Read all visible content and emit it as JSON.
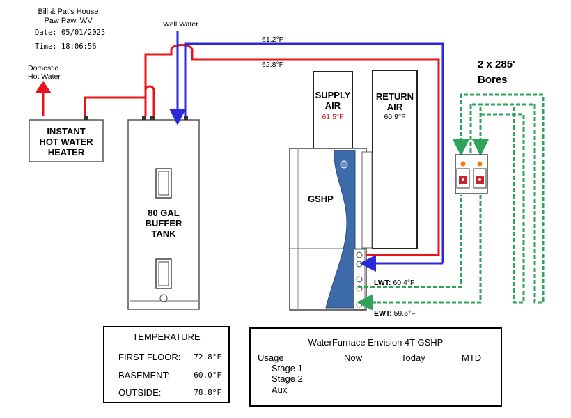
{
  "header": {
    "house": "Bill & Pat's House",
    "location": "Paw Paw, WV",
    "date_label": "Date:",
    "date": "05/01/2025",
    "time_label": "Time:",
    "time": "18:06:56"
  },
  "labels": {
    "well_water": "Well Water",
    "domestic_hot_water": "Domestic\nHot Water",
    "instant_heater": "INSTANT\nHOT WATER\nHEATER",
    "buffer_tank": "80 GAL\nBUFFER\nTANK",
    "supply_air": "SUPPLY\nAIR",
    "return_air": "RETURN\nAIR",
    "gshp": "GSHP",
    "bores": "2 x 285'\nBores",
    "lwt": "LWT:",
    "ewt": "EWT:"
  },
  "readings": {
    "blue_line_temp": "61.2°F",
    "red_line_temp": "62.8°F",
    "supply_air_temp": "61.5°F",
    "return_air_temp": "60.9°F",
    "lwt_temp": "60.4°F",
    "ewt_temp": "59.6°F"
  },
  "temperature_panel": {
    "title": "TEMPERATURE",
    "rows": [
      {
        "label": "FIRST FLOOR:",
        "value": "72.8°F"
      },
      {
        "label": "BASEMENT:",
        "value": "60.0°F"
      },
      {
        "label": "OUTSIDE:",
        "value": "78.8°F"
      }
    ]
  },
  "usage_panel": {
    "title": "WaterFurnace Envision 4T GSHP",
    "col_usage": "Usage",
    "col_now": "Now",
    "col_today": "Today",
    "col_mtd": "MTD",
    "rows": [
      "Stage 1",
      "Stage 2",
      "Aux"
    ]
  },
  "colors": {
    "hot_line": "#e8141c",
    "cold_line": "#2a2ad8",
    "loop_line": "#2fa35a",
    "supply_temp_text": "#d4131a",
    "unit_panel": "#3d6aa8"
  }
}
